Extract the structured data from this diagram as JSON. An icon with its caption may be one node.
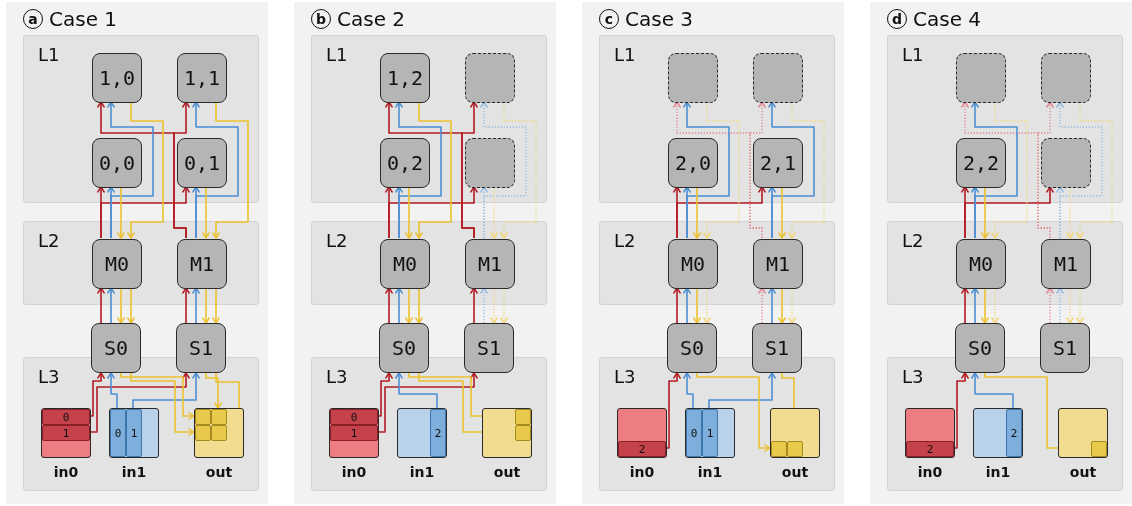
{
  "diagram": {
    "nodes": [
      {
        "text": [
          "a",
          "Case 1"
        ]
      },
      {
        "text": [
          "L1"
        ],
        "in": 0
      },
      {
        "text": [
          "L2"
        ],
        "in": 0
      },
      {
        "text": [
          "L3"
        ],
        "in": 0
      },
      {
        "text": [
          "1,0"
        ],
        "in": 1
      },
      {
        "text": [
          "1,1"
        ],
        "in": 1
      },
      {
        "text": [
          "0,0"
        ],
        "in": 1
      },
      {
        "text": [
          "0,1"
        ],
        "in": 1
      },
      {
        "text": [
          "M0"
        ],
        "in": 2
      },
      {
        "text": [
          "M1"
        ],
        "in": 2
      },
      {
        "text": [
          "S0"
        ],
        "in": 0
      },
      {
        "text": [
          "S1"
        ],
        "in": 0
      },
      {
        "text": [
          "in0"
        ],
        "in": 3
      },
      {
        "text": [
          "in1"
        ],
        "in": 3
      },
      {
        "text": [
          "out"
        ],
        "in": 3
      },
      {
        "text": [
          "0"
        ],
        "in": 12
      },
      {
        "text": [
          "1"
        ],
        "in": 12
      },
      {
        "text": [
          "0"
        ],
        "in": 13
      },
      {
        "text": [
          "1"
        ],
        "in": 13
      },
      {
        "text": [],
        "shape": "box",
        "in": 14
      },
      {
        "text": [],
        "shape": "box",
        "in": 14
      },
      {
        "text": [],
        "shape": "box",
        "in": 14
      },
      {
        "text": [],
        "shape": "box",
        "in": 14
      },
      {
        "text": [
          "b",
          "Case 2"
        ]
      },
      {
        "text": [
          "L1"
        ],
        "in": 23
      },
      {
        "text": [
          "L2"
        ],
        "in": 23
      },
      {
        "text": [
          "L3"
        ],
        "in": 23
      },
      {
        "text": [
          "1,2"
        ],
        "in": 24
      },
      {
        "text": [],
        "shape": "box",
        "in": 24
      },
      {
        "text": [
          "0,2"
        ],
        "in": 24
      },
      {
        "text": [],
        "shape": "box",
        "in": 24
      },
      {
        "text": [
          "M0"
        ],
        "in": 25
      },
      {
        "text": [
          "M1"
        ],
        "in": 25
      },
      {
        "text": [
          "S0"
        ],
        "in": 23
      },
      {
        "text": [
          "S1"
        ],
        "in": 23
      },
      {
        "text": [
          "in0"
        ],
        "in": 26
      },
      {
        "text": [
          "in1"
        ],
        "in": 26
      },
      {
        "text": [
          "out"
        ],
        "in": 26
      },
      {
        "text": [
          "0"
        ],
        "in": 35
      },
      {
        "text": [
          "1"
        ],
        "in": 35
      },
      {
        "text": [
          "2"
        ],
        "in": 36
      },
      {
        "text": [],
        "shape": "box",
        "in": 37
      },
      {
        "text": [],
        "shape": "box",
        "in": 37
      },
      {
        "text": [
          "c",
          "Case 3"
        ]
      },
      {
        "text": [
          "L1"
        ],
        "in": 43
      },
      {
        "text": [
          "L2"
        ],
        "in": 43
      },
      {
        "text": [
          "L3"
        ],
        "in": 43
      },
      {
        "text": [],
        "shape": "box",
        "in": 44
      },
      {
        "text": [],
        "shape": "box",
        "in": 44
      },
      {
        "text": [
          "2,0"
        ],
        "in": 44
      },
      {
        "text": [
          "2,1"
        ],
        "in": 44
      },
      {
        "text": [
          "M0"
        ],
        "in": 45
      },
      {
        "text": [
          "M1"
        ],
        "in": 45
      },
      {
        "text": [
          "S0"
        ],
        "in": 43
      },
      {
        "text": [
          "S1"
        ],
        "in": 43
      },
      {
        "text": [
          "in0"
        ],
        "in": 46
      },
      {
        "text": [
          "in1"
        ],
        "in": 46
      },
      {
        "text": [
          "out"
        ],
        "in": 46
      },
      {
        "text": [
          "2"
        ],
        "in": 55
      },
      {
        "text": [
          "0"
        ],
        "in": 56
      },
      {
        "text": [
          "1"
        ],
        "in": 56
      },
      {
        "text": [],
        "shape": "box",
        "in": 57
      },
      {
        "text": [],
        "shape": "box",
        "in": 57
      },
      {
        "text": [
          "d",
          "Case 4"
        ]
      },
      {
        "text": [
          "L1"
        ],
        "in": 63
      },
      {
        "text": [
          "L2"
        ],
        "in": 63
      },
      {
        "text": [
          "L3"
        ],
        "in": 63
      },
      {
        "text": [],
        "shape": "box",
        "in": 64
      },
      {
        "text": [],
        "shape": "box",
        "in": 64
      },
      {
        "text": [
          "2,2"
        ],
        "in": 64
      },
      {
        "text": [],
        "shape": "box",
        "in": 64
      },
      {
        "text": [
          "M0"
        ],
        "in": 65
      },
      {
        "text": [
          "M1"
        ],
        "in": 65
      },
      {
        "text": [
          "S0"
        ],
        "in": 63
      },
      {
        "text": [
          "S1"
        ],
        "in": 63
      },
      {
        "text": [
          "in0"
        ],
        "in": 66
      },
      {
        "text": [
          "in1"
        ],
        "in": 66
      },
      {
        "text": [
          "out"
        ],
        "in": 66
      },
      {
        "text": [
          "2"
        ],
        "in": 75
      },
      {
        "text": [
          "2"
        ],
        "in": 76
      },
      {
        "text": [],
        "shape": "box",
        "in": 77
      }
    ],
    "edges": [
      {
        "from": 8,
        "to": 6,
        "arrow": "to",
        "color": "#b31b25"
      },
      {
        "from": 8,
        "to": 7,
        "arrow": "to",
        "color": "#b31b25"
      },
      {
        "from": 9,
        "to": 4,
        "arrow": "to",
        "color": "#b31b25"
      },
      {
        "from": 9,
        "to": 5,
        "arrow": "to",
        "color": "#b31b25"
      },
      {
        "from": 8,
        "to": 6,
        "arrow": "to",
        "color": "#4b8fd1"
      },
      {
        "from": 8,
        "to": 4,
        "arrow": "to",
        "color": "#4b8fd1"
      },
      {
        "from": 9,
        "to": 7,
        "arrow": "to",
        "color": "#4b8fd1"
      },
      {
        "from": 9,
        "to": 5,
        "arrow": "to",
        "color": "#4b8fd1"
      },
      {
        "from": 6,
        "to": 8,
        "arrow": "to",
        "color": "#ecc12c"
      },
      {
        "from": 4,
        "to": 8,
        "arrow": "to",
        "color": "#ecc12c"
      },
      {
        "from": 7,
        "to": 9,
        "arrow": "to",
        "color": "#ecc12c"
      },
      {
        "from": 5,
        "to": 9,
        "arrow": "to",
        "color": "#ecc12c"
      },
      {
        "from": 10,
        "to": 8,
        "arrow": "to",
        "color": "#b31b25"
      },
      {
        "from": 10,
        "to": 8,
        "arrow": "to",
        "color": "#4b8fd1"
      },
      {
        "from": 8,
        "to": 10,
        "arrow": "to",
        "color": "#ecc12c"
      },
      {
        "from": 8,
        "to": 10,
        "arrow": "to",
        "color": "#ecc12c"
      },
      {
        "from": 11,
        "to": 9,
        "arrow": "to",
        "color": "#b31b25"
      },
      {
        "from": 11,
        "to": 9,
        "arrow": "to",
        "color": "#4b8fd1"
      },
      {
        "from": 9,
        "to": 11,
        "arrow": "to",
        "color": "#ecc12c"
      },
      {
        "from": 9,
        "to": 11,
        "arrow": "to",
        "color": "#ecc12c"
      },
      {
        "from": 15,
        "to": 10,
        "arrow": "to",
        "color": "#b31b25"
      },
      {
        "from": 16,
        "to": 11,
        "arrow": "to",
        "color": "#b31b25"
      },
      {
        "from": 17,
        "to": 10,
        "arrow": "to",
        "color": "#4b8fd1"
      },
      {
        "from": 18,
        "to": 11,
        "arrow": "to",
        "color": "#4b8fd1"
      },
      {
        "from": 10,
        "to": 19,
        "arrow": "to",
        "color": "#ecc12c"
      },
      {
        "from": 10,
        "to": 21,
        "arrow": "to",
        "color": "#ecc12c"
      },
      {
        "from": 11,
        "to": 20,
        "arrow": "to",
        "color": "#ecc12c"
      },
      {
        "from": 11,
        "to": 22,
        "arrow": "to",
        "color": "#ecc12c"
      },
      {
        "from": 31,
        "to": 29,
        "arrow": "to",
        "color": "#b31b25"
      },
      {
        "from": 31,
        "to": 30,
        "arrow": "to",
        "color": "#b31b25"
      },
      {
        "from": 32,
        "to": 27,
        "arrow": "to",
        "color": "#b31b25"
      },
      {
        "from": 32,
        "to": 28,
        "arrow": "to",
        "color": "#b31b25"
      },
      {
        "from": 31,
        "to": 29,
        "arrow": "to",
        "color": "#4b8fd1"
      },
      {
        "from": 31,
        "to": 27,
        "arrow": "to",
        "color": "#4b8fd1"
      },
      {
        "from": 32,
        "to": 30,
        "arrow": "to",
        "style": "dashed",
        "color": "#93bde4"
      },
      {
        "from": 32,
        "to": 28,
        "arrow": "to",
        "style": "dashed",
        "color": "#93bde4"
      },
      {
        "from": 29,
        "to": 31,
        "arrow": "to",
        "color": "#ecc12c"
      },
      {
        "from": 27,
        "to": 31,
        "arrow": "to",
        "color": "#ecc12c"
      },
      {
        "from": 30,
        "to": 32,
        "arrow": "to",
        "style": "dashed",
        "color": "#f2d777"
      },
      {
        "from": 28,
        "to": 32,
        "arrow": "to",
        "style": "dashed",
        "color": "#f2d777"
      },
      {
        "from": 33,
        "to": 31,
        "arrow": "to",
        "color": "#b31b25"
      },
      {
        "from": 33,
        "to": 31,
        "arrow": "to",
        "color": "#4b8fd1"
      },
      {
        "from": 31,
        "to": 33,
        "arrow": "to",
        "color": "#ecc12c"
      },
      {
        "from": 31,
        "to": 33,
        "arrow": "to",
        "color": "#ecc12c"
      },
      {
        "from": 34,
        "to": 32,
        "arrow": "to",
        "color": "#b31b25"
      },
      {
        "from": 34,
        "to": 32,
        "arrow": "to",
        "style": "dashed",
        "color": "#93bde4"
      },
      {
        "from": 32,
        "to": 34,
        "arrow": "to",
        "style": "dashed",
        "color": "#f2d777"
      },
      {
        "from": 32,
        "to": 34,
        "arrow": "to",
        "style": "dashed",
        "color": "#f2d777"
      },
      {
        "from": 38,
        "to": 33,
        "arrow": "to",
        "color": "#b31b25"
      },
      {
        "from": 39,
        "to": 34,
        "arrow": "to",
        "color": "#b31b25"
      },
      {
        "from": 40,
        "to": 33,
        "arrow": "to",
        "color": "#4b8fd1"
      },
      {
        "from": 33,
        "to": 41,
        "arrow": "to",
        "color": "#ecc12c"
      },
      {
        "from": 33,
        "to": 42,
        "arrow": "to",
        "color": "#ecc12c"
      },
      {
        "from": 51,
        "to": 49,
        "arrow": "to",
        "color": "#b31b25"
      },
      {
        "from": 51,
        "to": 50,
        "arrow": "to",
        "color": "#b31b25"
      },
      {
        "from": 52,
        "to": 47,
        "arrow": "to",
        "style": "dashed",
        "color": "#e2868c"
      },
      {
        "from": 52,
        "to": 48,
        "arrow": "to",
        "style": "dashed",
        "color": "#e2868c"
      },
      {
        "from": 51,
        "to": 49,
        "arrow": "to",
        "color": "#4b8fd1"
      },
      {
        "from": 51,
        "to": 47,
        "arrow": "to",
        "color": "#4b8fd1"
      },
      {
        "from": 52,
        "to": 50,
        "arrow": "to",
        "color": "#4b8fd1"
      },
      {
        "from": 52,
        "to": 48,
        "arrow": "to",
        "color": "#4b8fd1"
      },
      {
        "from": 49,
        "to": 51,
        "arrow": "to",
        "color": "#ecc12c"
      },
      {
        "from": 47,
        "to": 51,
        "arrow": "to",
        "style": "dashed",
        "color": "#f2d777"
      },
      {
        "from": 50,
        "to": 52,
        "arrow": "to",
        "color": "#ecc12c"
      },
      {
        "from": 48,
        "to": 52,
        "arrow": "to",
        "style": "dashed",
        "color": "#f2d777"
      },
      {
        "from": 53,
        "to": 51,
        "arrow": "to",
        "color": "#b31b25"
      },
      {
        "from": 53,
        "to": 51,
        "arrow": "to",
        "color": "#4b8fd1"
      },
      {
        "from": 51,
        "to": 53,
        "arrow": "to",
        "color": "#ecc12c"
      },
      {
        "from": 51,
        "to": 53,
        "arrow": "to",
        "style": "dashed",
        "color": "#f2d777"
      },
      {
        "from": 54,
        "to": 52,
        "arrow": "to",
        "style": "dashed",
        "color": "#e2868c"
      },
      {
        "from": 54,
        "to": 52,
        "arrow": "to",
        "color": "#4b8fd1"
      },
      {
        "from": 52,
        "to": 54,
        "arrow": "to",
        "color": "#ecc12c"
      },
      {
        "from": 52,
        "to": 54,
        "arrow": "to",
        "style": "dashed",
        "color": "#f2d777"
      },
      {
        "from": 58,
        "to": 53,
        "arrow": "to",
        "color": "#b31b25"
      },
      {
        "from": 59,
        "to": 53,
        "arrow": "to",
        "color": "#4b8fd1"
      },
      {
        "from": 60,
        "to": 54,
        "arrow": "to",
        "color": "#4b8fd1"
      },
      {
        "from": 53,
        "to": 61,
        "arrow": "to",
        "color": "#ecc12c"
      },
      {
        "from": 54,
        "to": 62,
        "arrow": "to",
        "color": "#ecc12c"
      },
      {
        "from": 71,
        "to": 69,
        "arrow": "to",
        "color": "#b31b25"
      },
      {
        "from": 71,
        "to": 70,
        "arrow": "to",
        "color": "#b31b25"
      },
      {
        "from": 72,
        "to": 67,
        "arrow": "to",
        "style": "dashed",
        "color": "#e2868c"
      },
      {
        "from": 72,
        "to": 68,
        "arrow": "to",
        "style": "dashed",
        "color": "#e2868c"
      },
      {
        "from": 71,
        "to": 69,
        "arrow": "to",
        "color": "#4b8fd1"
      },
      {
        "from": 71,
        "to": 67,
        "arrow": "to",
        "color": "#4b8fd1"
      },
      {
        "from": 72,
        "to": 70,
        "arrow": "to",
        "style": "dashed",
        "color": "#93bde4"
      },
      {
        "from": 72,
        "to": 68,
        "arrow": "to",
        "style": "dashed",
        "color": "#93bde4"
      },
      {
        "from": 69,
        "to": 71,
        "arrow": "to",
        "color": "#ecc12c"
      },
      {
        "from": 67,
        "to": 71,
        "arrow": "to",
        "style": "dashed",
        "color": "#f2d777"
      },
      {
        "from": 70,
        "to": 72,
        "arrow": "to",
        "style": "dashed",
        "color": "#f2d777"
      },
      {
        "from": 68,
        "to": 72,
        "arrow": "to",
        "style": "dashed",
        "color": "#f2d777"
      },
      {
        "from": 73,
        "to": 71,
        "arrow": "to",
        "color": "#b31b25"
      },
      {
        "from": 73,
        "to": 71,
        "arrow": "to",
        "color": "#4b8fd1"
      },
      {
        "from": 71,
        "to": 73,
        "arrow": "to",
        "color": "#ecc12c"
      },
      {
        "from": 71,
        "to": 73,
        "arrow": "to",
        "style": "dashed",
        "color": "#f2d777"
      },
      {
        "from": 74,
        "to": 72,
        "arrow": "to",
        "style": "dashed",
        "color": "#e2868c"
      },
      {
        "from": 74,
        "to": 72,
        "arrow": "to",
        "style": "dashed",
        "color": "#93bde4"
      },
      {
        "from": 72,
        "to": 74,
        "arrow": "to",
        "style": "dashed",
        "color": "#f2d777"
      },
      {
        "from": 72,
        "to": 74,
        "arrow": "to",
        "style": "dashed",
        "color": "#f2d777"
      },
      {
        "from": 78,
        "to": 73,
        "arrow": "to",
        "color": "#b31b25"
      },
      {
        "from": 79,
        "to": 73,
        "arrow": "to",
        "color": "#4b8fd1"
      },
      {
        "from": 73,
        "to": 80,
        "arrow": "to",
        "color": "#ecc12c"
      }
    ]
  }
}
